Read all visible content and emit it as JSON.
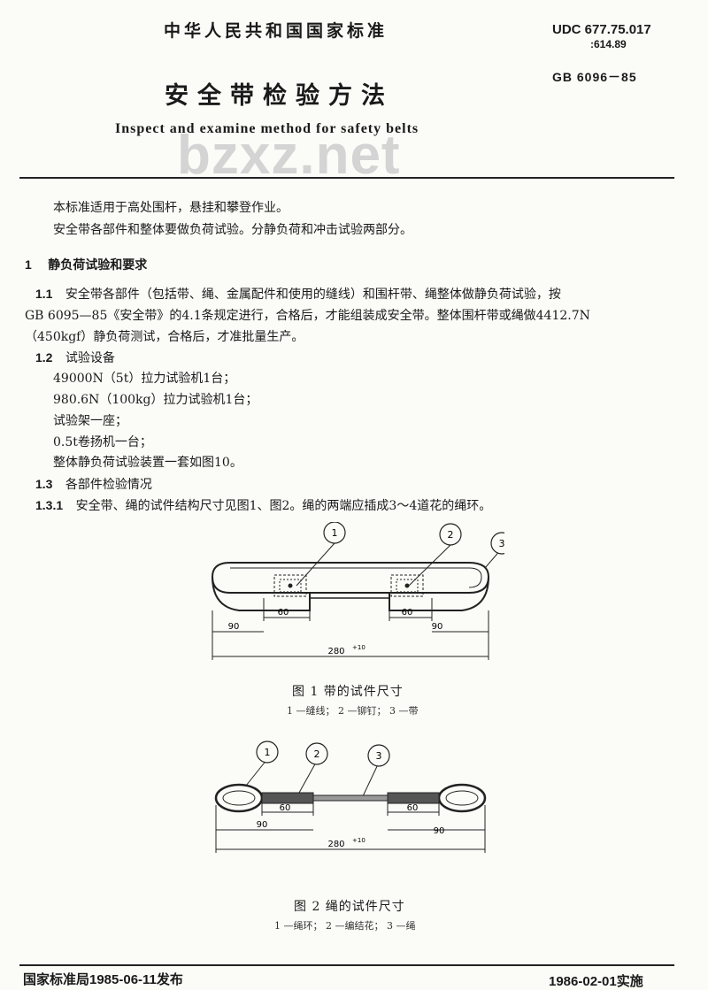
{
  "header": {
    "issuer": "中华人民共和国国家标准",
    "udc_line1": "UDC 677.75.017",
    "udc_line2": ":614.89",
    "standard_no": "GB 6096－85",
    "title_zh": "安全带检验方法",
    "title_en": "Inspect and examine method for safety belts",
    "watermark": "bzxz.net"
  },
  "body": {
    "intro1": "本标准适用于高处围杆，悬挂和攀登作业。",
    "intro2": "安全带各部件和整体要做负荷试验。分静负荷和冲击试验两部分。",
    "sec1_num": "1",
    "sec1_title": "静负荷试验和要求",
    "s11_num": "1.1",
    "s11_line1": "安全带各部件（包括带、绳、金属配件和使用的缝线）和围杆带、绳整体做静负荷试验，按",
    "s11_line2": "GB 6095—85《安全带》的4.1条规定进行，合格后，才能组装成安全带。整体围杆带或绳做4412.7N",
    "s11_line3": "（450kgf）静负荷测试，合格后，才准批量生产。",
    "s12_num": "1.2",
    "s12_title": "试验设备",
    "equip": [
      "49000N（5t）拉力试验机1台；",
      "980.6N（100kg）拉力试验机1台；",
      "试验架一座；",
      "0.5t卷扬机一台；",
      "整体静负荷试验装置一套如图10。"
    ],
    "s13_num": "1.3",
    "s13_title": "各部件检验情况",
    "s131_num": "1.3.1",
    "s131_text": "安全带、绳的试件结构尺寸见图1、图2。绳的两端应插成3～4道花的绳环。"
  },
  "fig1": {
    "callouts": [
      "1",
      "2",
      "3"
    ],
    "dims": {
      "d60a": "60",
      "d60b": "60",
      "d90a": "90",
      "d90b": "90",
      "total": "280",
      "tol": "+10"
    },
    "caption": "图 1   带的试件尺寸",
    "legend": "1 —缝线； 2 —铆钉； 3 —带"
  },
  "fig2": {
    "callouts": [
      "1",
      "2",
      "3"
    ],
    "dims": {
      "d60a": "60",
      "d60b": "60",
      "d90a": "90",
      "d90b": "90",
      "total": "280",
      "tol": "+10"
    },
    "caption": "图 2    绳的试件尺寸",
    "legend": "1 —绳环； 2 —编结花； 3 —绳"
  },
  "footer": {
    "issued": "国家标准局1985-06-11发布",
    "effective": "1986-02-01实施"
  }
}
